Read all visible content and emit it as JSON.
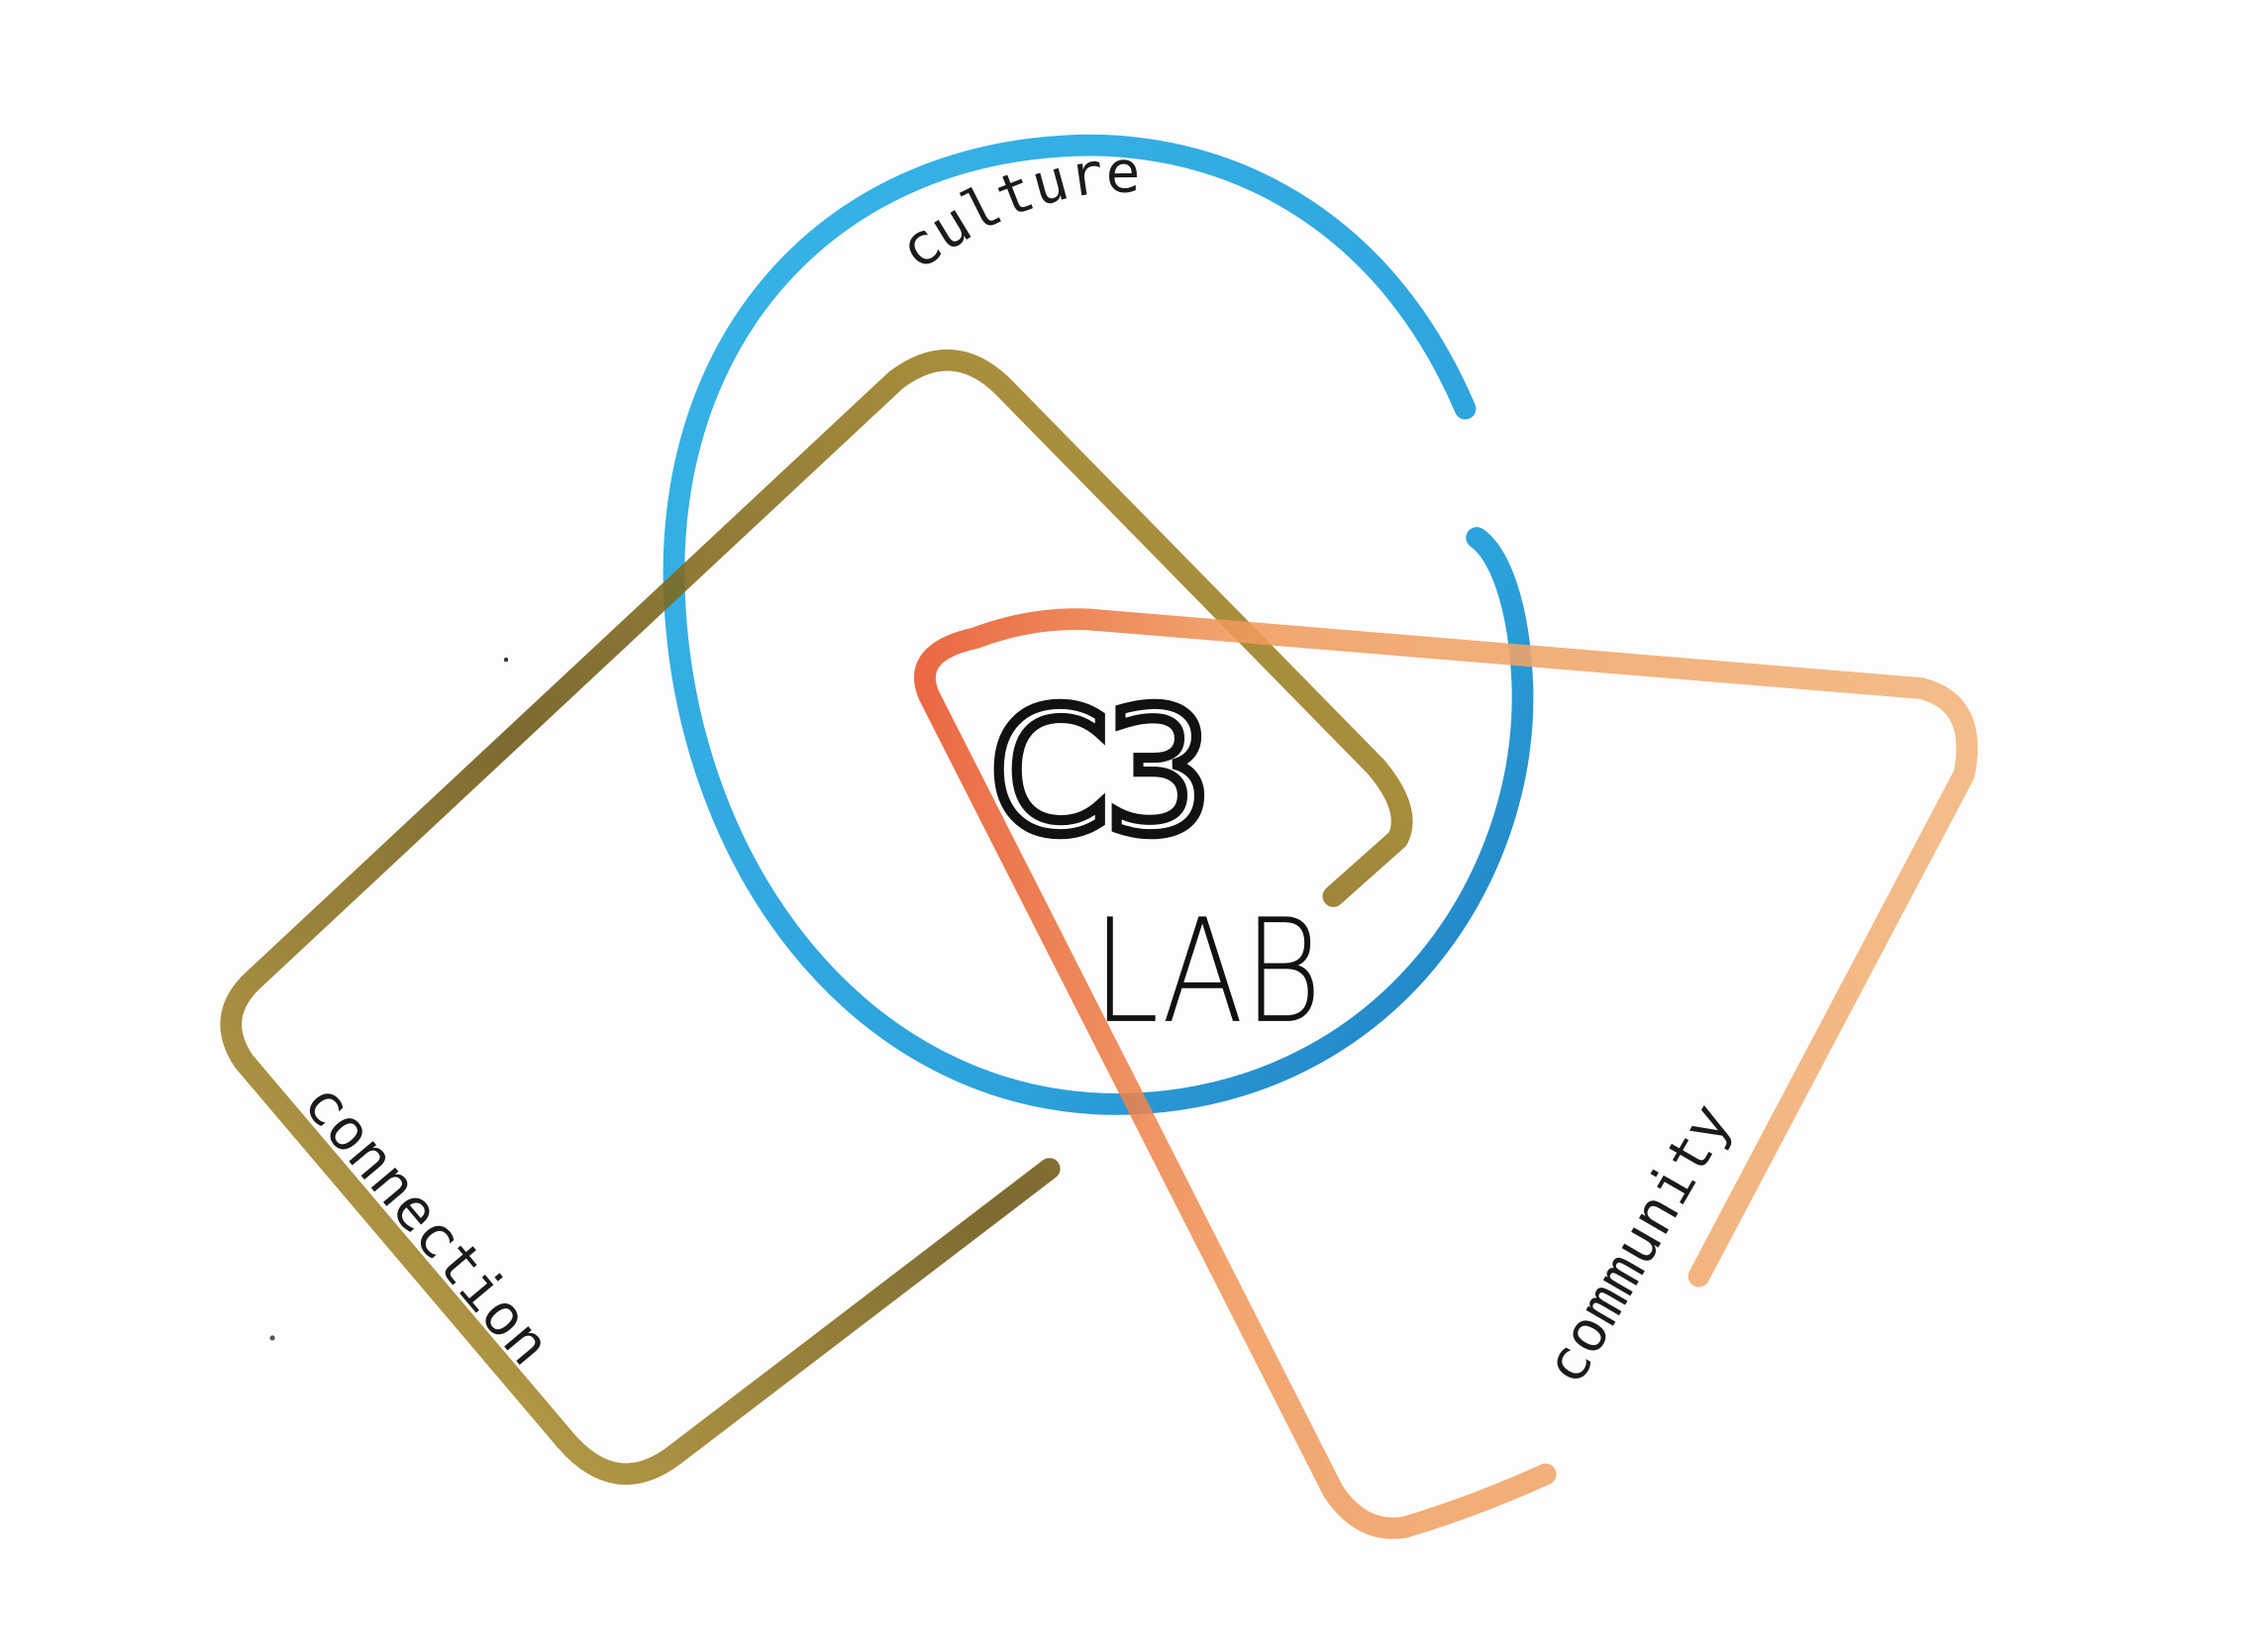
{
  "logo": {
    "title_line1": "C3",
    "title_line2": "LAB",
    "labels": {
      "culture": "culture",
      "connection": "connection",
      "community": "community"
    },
    "colors": {
      "circle": "#1ea3e0",
      "circle_dark": "#0a6fba",
      "square": "#a8882a",
      "square_dark": "#6e5a1a",
      "triangle": "#f0a060",
      "triangle_dark": "#e8552a",
      "ink": "#111111",
      "background": "#fdfdfd"
    }
  }
}
